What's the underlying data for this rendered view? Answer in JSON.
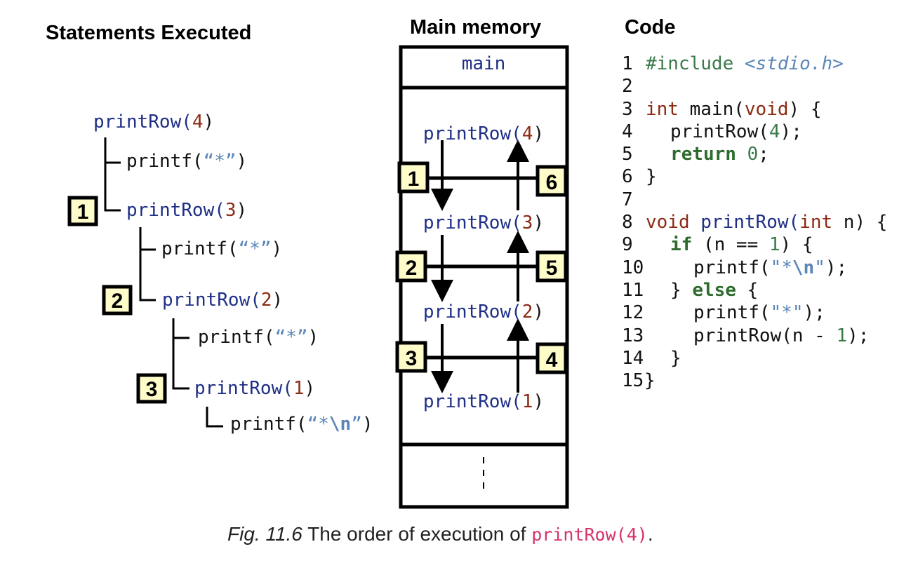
{
  "headers": {
    "statements": "Statements Executed",
    "memory": "Main memory",
    "code": "Code"
  },
  "tree": {
    "r4_fn": "printRow(",
    "r4_num": "4",
    "r4_close": ")",
    "p1_a": "printf(",
    "p1_b": "“*”",
    "p1_c": ")",
    "r3_fn": "printRow(",
    "r3_num": "3",
    "r3_close": ")",
    "p2_a": "printf(",
    "p2_b": "“*”",
    "p2_c": ")",
    "r2_fn": "printRow(",
    "r2_num": "2",
    "r2_close": ")",
    "p3_a": "printf(",
    "p3_b": "“*”",
    "p3_c": ")",
    "r1_fn": "printRow(",
    "r1_num": "1",
    "r1_close": ")",
    "p4_a": "printf(",
    "p4_b": "“*",
    "p4_c": "\\n",
    "p4_d": "”",
    "p4_e": ")",
    "markers": [
      "1",
      "2",
      "3"
    ]
  },
  "memory": {
    "main_label": "main",
    "frames": [
      {
        "fn": "printRow(",
        "num": "4",
        "close": ")"
      },
      {
        "fn": "printRow(",
        "num": "3",
        "close": ")"
      },
      {
        "fn": "printRow(",
        "num": "2",
        "close": ")"
      },
      {
        "fn": "printRow(",
        "num": "1",
        "close": ")"
      }
    ],
    "left_markers": [
      "1",
      "2",
      "3"
    ],
    "right_markers": [
      "6",
      "5",
      "4"
    ]
  },
  "code": {
    "l1_no": "1",
    "l1_a": "#include ",
    "l1_b": "<stdio.h>",
    "l2_no": "2",
    "l3_no": "3",
    "l3_a": "int",
    "l3_b": " main(",
    "l3_c": "void",
    "l3_d": ") {",
    "l4_no": "4",
    "l4_a": "printRow(",
    "l4_b": "4",
    "l4_c": ");",
    "l5_no": "5",
    "l5_a": "return",
    "l5_b": " 0",
    "l5_c": ";",
    "l6_no": "6",
    "l6_a": "}",
    "l7_no": "7",
    "l8_no": "8",
    "l8_a": "void",
    "l8_b": " printRow(",
    "l8_c": "int",
    "l8_d": " n) {",
    "l9_no": "9",
    "l9_a": "if",
    "l9_b": " (n == ",
    "l9_c": "1",
    "l9_d": ") {",
    "l10_no": "10",
    "l10_a": "printf(",
    "l10_b": "\"*",
    "l10_c": "\\n",
    "l10_d": "\"",
    "l10_e": ");",
    "l11_no": "11",
    "l11_a": "} ",
    "l11_b": "else",
    "l11_c": " {",
    "l12_no": "12",
    "l12_a": "printf(",
    "l12_b": "\"*\"",
    "l12_c": ");",
    "l13_no": "13",
    "l13_a": "printRow(n - ",
    "l13_b": "1",
    "l13_c": ");",
    "l14_no": "14",
    "l14_a": "}",
    "l15_no": "15",
    "l15_a": "}"
  },
  "caption": {
    "fig": "Fig. 11.6",
    "text": " The order of execution of ",
    "code": "printRow(4)",
    "end": "."
  }
}
